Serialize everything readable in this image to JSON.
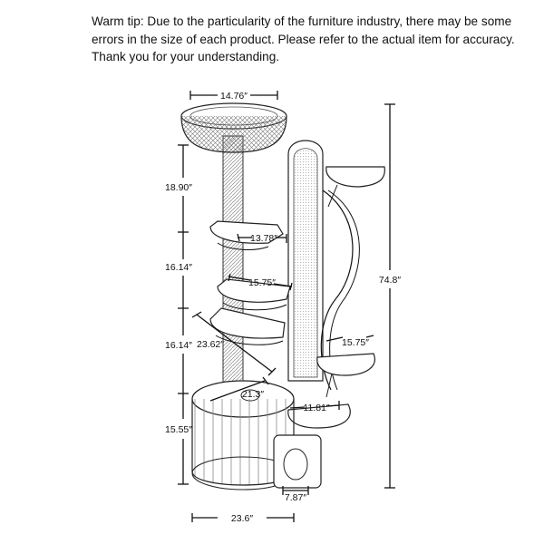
{
  "tip": "Warm tip: Due to the particularity of the furniture industry, there may be some errors in the size of each product. Please refer to the actual item for accuracy. Thank you for your understanding.",
  "dimensions": {
    "bowl_width": "14.76″",
    "total_height": "74.8″",
    "top_post_height": "18.90″",
    "mid_upper_height": "16.14″",
    "mid_lower_height": "16.14″",
    "base_height": "15.55″",
    "platform_upper": "13.78″",
    "platform_mid": "15.75″",
    "diagonal": "23.62″",
    "right_platform": "15.75″",
    "base_diameter": "21.3″",
    "small_step": "11.81″",
    "door_width": "7.87″",
    "base_width": "23.6″"
  }
}
